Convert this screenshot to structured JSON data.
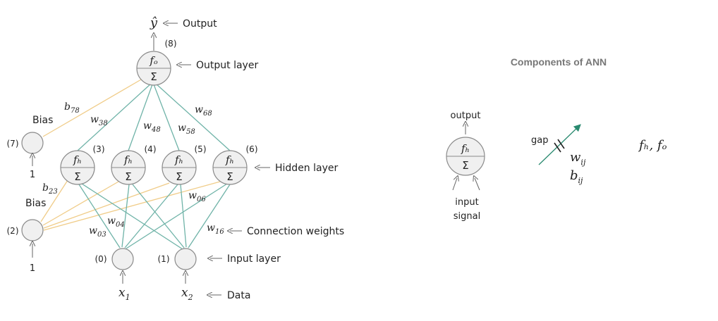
{
  "output": {
    "symbol": "ŷ",
    "label": "Output",
    "node_index": "(8)",
    "layer_label": "Output layer",
    "node_top": "fₒ",
    "node_bottom": "Σ"
  },
  "hidden": {
    "layer_label": "Hidden layer",
    "node_top": "fₕ",
    "node_bottom": "Σ",
    "nodes": [
      "(3)",
      "(4)",
      "(5)",
      "(6)"
    ]
  },
  "input": {
    "layer_label": "Input layer",
    "nodes": [
      "(0)",
      "(1)"
    ],
    "data_label": "Data",
    "x1": "x",
    "x1_sub": "1",
    "x2": "x",
    "x2_sub": "2"
  },
  "bias": {
    "top_label": "Bias",
    "top_index": "(7)",
    "top_value": "1",
    "bottom_label": "Bias",
    "bottom_index": "(2)",
    "bottom_value": "1"
  },
  "weights": {
    "b78": "b",
    "b78_sub": "78",
    "w38": "w",
    "w38_sub": "38",
    "w48": "w",
    "w48_sub": "48",
    "w58": "w",
    "w58_sub": "58",
    "w68": "w",
    "w68_sub": "68",
    "b23": "b",
    "b23_sub": "23",
    "w04": "w",
    "w04_sub": "04",
    "w03": "w",
    "w03_sub": "03",
    "w06": "w",
    "w06_sub": "06",
    "w16": "w",
    "w16_sub": "16",
    "connection_label": "Connection weights"
  },
  "components": {
    "title": "Components of ANN",
    "output_label": "output",
    "input_label_1": "input",
    "input_label_2": "signal",
    "gap_label": "gap",
    "w": "w",
    "w_sub": "ij",
    "b": "b",
    "b_sub": "ij",
    "fn_text": "fₕ,  fₒ"
  },
  "colors": {
    "green_edge": "#6fb3a8",
    "yellow_edge": "#f0cc88",
    "node_fill": "#f0f0f0",
    "node_stroke": "#8a8a8a",
    "arrow": "#666666",
    "title": "#777777",
    "teal_arrow": "#2a8a70"
  }
}
